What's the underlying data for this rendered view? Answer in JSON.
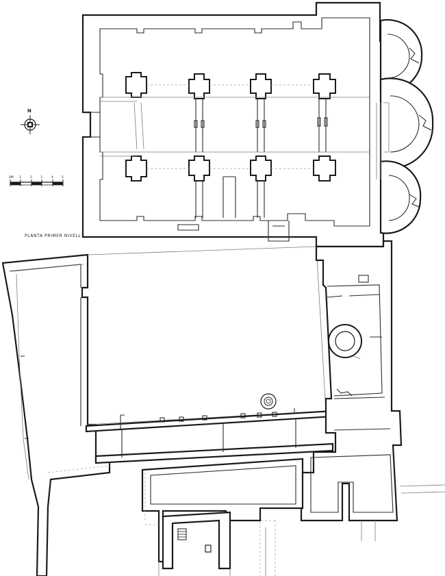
{
  "plan": {
    "caption": "PLANTA PRIMER NIVELL",
    "north_label": "N",
    "scale_labels": [
      "0M",
      "1",
      "2",
      "3",
      "4",
      "5"
    ]
  }
}
